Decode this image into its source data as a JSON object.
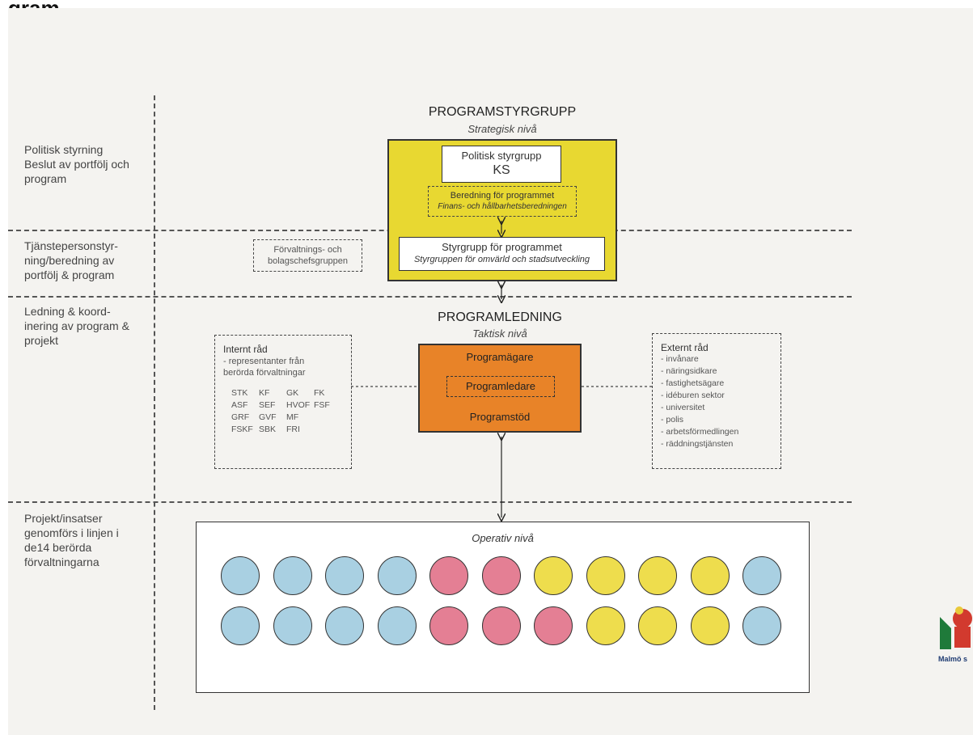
{
  "heading": "gram",
  "strategic": {
    "title": "PROGRAMSTYRGRUPP",
    "level": "Strategisk nivå",
    "political_box": {
      "line1": "Politisk styrgrupp",
      "line2": "KS"
    },
    "preparation_box": {
      "line1": "Beredning för programmet",
      "line2": "Finans- och hållbarhetsberedningen"
    },
    "steering_box": {
      "line1": "Styrgrupp för programmet",
      "line2": "Styrgruppen för omvärld och stadsutveckling"
    }
  },
  "side_box": {
    "line1": "Förvaltnings- och",
    "line2": "bolagschefsgruppen"
  },
  "rows": [
    {
      "lines": [
        "Politisk styrning",
        "Beslut av portfölj och",
        "program"
      ]
    },
    {
      "lines": [
        "Tjänstepersonstyr-",
        "ning/beredning av",
        "portfölj & program"
      ]
    },
    {
      "lines": [
        "Ledning & koord-",
        "inering av program &",
        "projekt"
      ]
    },
    {
      "lines": [
        "Projekt/insatser",
        "genomförs i linjen i",
        "de14 berörda",
        "förvaltningarna"
      ]
    }
  ],
  "tactical": {
    "title": "PROGRAMLEDNING",
    "level": "Taktisk nivå",
    "owner": "Programägare",
    "leader": "Programledare",
    "support": "Programstöd"
  },
  "internal_council": {
    "title": "Internt råd",
    "desc1": "- representanter från",
    "desc2": "berörda förvaltningar",
    "codes": [
      [
        "STK",
        "KF",
        "GK",
        "FK"
      ],
      [
        "ASF",
        "SEF",
        "HVOF",
        "FSF"
      ],
      [
        "GRF",
        "GVF",
        "MF",
        ""
      ],
      [
        "FSKF",
        "SBK",
        "FRI",
        ""
      ]
    ]
  },
  "external_council": {
    "title": "Externt råd",
    "items": [
      "- invånare",
      "- näringsidkare",
      "- fastighetsägare",
      "- idéburen sektor",
      "- universitet",
      "- polis",
      "- arbetsförmedlingen",
      "- räddningstjänsten"
    ]
  },
  "operative": {
    "title": "Operativ nivå",
    "colors": {
      "blue": "#a9d0e2",
      "pink": "#e47f94",
      "yellow": "#eedd4d"
    },
    "row1": [
      "blue",
      "blue",
      "blue",
      "blue",
      "pink",
      "pink",
      "yellow",
      "yellow",
      "yellow",
      "yellow",
      "blue"
    ],
    "row2": [
      "blue",
      "blue",
      "blue",
      "blue",
      "pink",
      "pink",
      "pink",
      "yellow",
      "yellow",
      "yellow",
      "blue"
    ]
  },
  "logo": {
    "text": "Malmö s"
  },
  "colors": {
    "strategic_fill": "#e8d831",
    "tactical_fill": "#e88328"
  }
}
